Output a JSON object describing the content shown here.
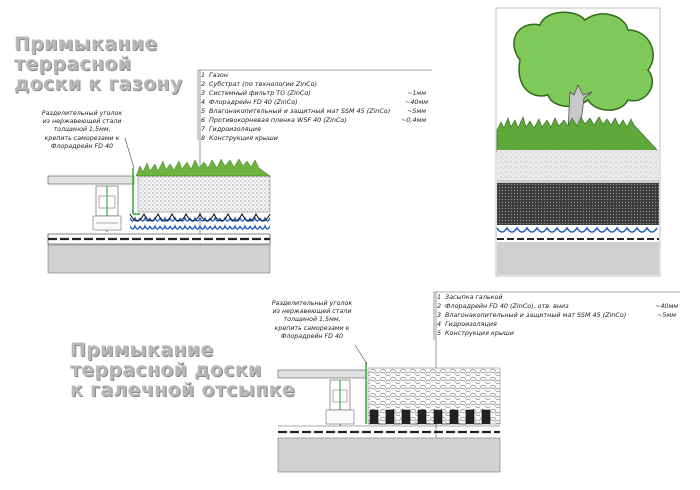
{
  "titles": {
    "lawn": [
      "Примыкание",
      "террасной",
      "доски к газону"
    ],
    "gravel": [
      "Примыкание",
      "террасной доски",
      "к галечной отсыпке"
    ]
  },
  "lawn_legend": [
    {
      "num": "1",
      "text": "Газон",
      "value": ""
    },
    {
      "num": "2",
      "text": "Субстрат (по технологии ZinCo)",
      "value": ""
    },
    {
      "num": "3",
      "text": "Системный фильтр TG (ZinCo)",
      "value": "~1мм"
    },
    {
      "num": "4",
      "text": "Флорадрейн FD 40 (ZinCo)",
      "value": "~40мм"
    },
    {
      "num": "5",
      "text": "Влагонакопительный и защитный мат SSM 45 (ZinCo)",
      "value": "~5мм"
    },
    {
      "num": "6",
      "text": "Противокорневая пленка WSF 40 (ZinCo)",
      "value": "~0,4мм"
    },
    {
      "num": "7",
      "text": "Гидроизоляция",
      "value": ""
    },
    {
      "num": "8",
      "text": "Конструкция крыши",
      "value": ""
    }
  ],
  "gravel_legend": [
    {
      "num": "1",
      "text": "Засыпка галькой",
      "value": ""
    },
    {
      "num": "2",
      "text": "Флорадрейн FD 40 (ZinCo), отв. вниз",
      "value": "~40мм"
    },
    {
      "num": "3",
      "text": "Влагонакопительный и защитный мат SSM 45 (ZinCo)",
      "value": "~5мм"
    },
    {
      "num": "4",
      "text": "Гидроизоляция",
      "value": ""
    },
    {
      "num": "5",
      "text": "Конструкция крыши",
      "value": ""
    }
  ],
  "note_lines": [
    "Разделительный уголок",
    "из нержавеющей стали",
    "толщиной 1,5мм,",
    "крепить саморезами к",
    "Флорадрейн FD 40"
  ],
  "colors": {
    "grass": "#6fb23f",
    "tree": "#7ec95a",
    "drain_blue": "#2a5fc0",
    "green_accent": "#3cb043",
    "title_gray": "#b8b8b8"
  }
}
